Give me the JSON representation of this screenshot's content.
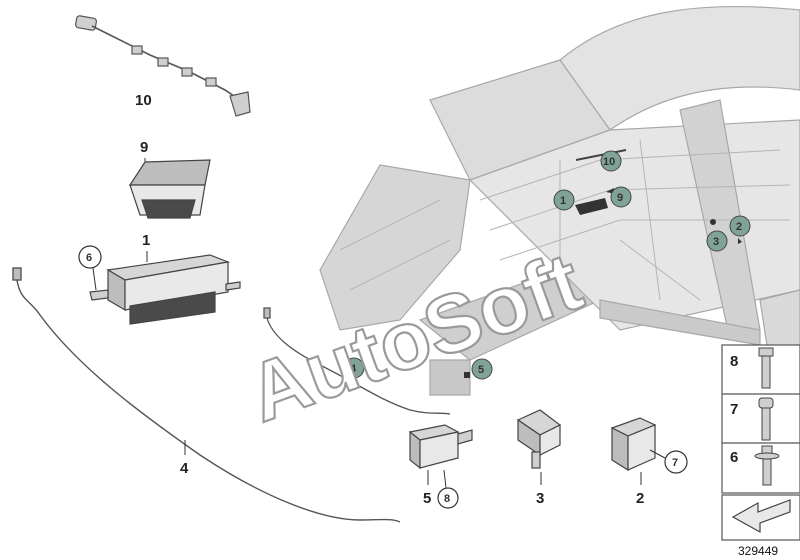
{
  "watermark": "AutoSoft",
  "reference_number": "329449",
  "part_labels": {
    "harness": "10",
    "switch": "9",
    "control_unit": "1",
    "control_unit_screw": "6",
    "long_cable": "4",
    "short_cable": "4",
    "sensor_5": "5",
    "sensor_5_screw": "8",
    "sensor_3": "3",
    "sensor_2": "2",
    "sensor_2_screw": "7"
  },
  "car_callouts": {
    "c10": "10",
    "c1": "1",
    "c9": "9",
    "c2": "2",
    "c3": "3",
    "c5": "5"
  },
  "fastener_panel": {
    "rows": [
      {
        "label": "8"
      },
      {
        "label": "7"
      },
      {
        "label": "6"
      }
    ]
  },
  "colors": {
    "callout_fill": "#7fa394",
    "body_gray": "#d9d9d9",
    "line": "#555555"
  }
}
